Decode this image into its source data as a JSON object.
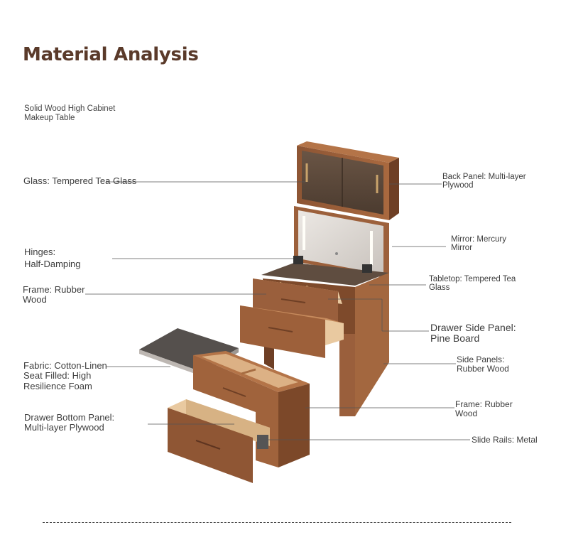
{
  "page": {
    "title": "Material Analysis",
    "subtitle": [
      "Solid Wood High Cabinet",
      "Makeup Table"
    ]
  },
  "labels": {
    "glass": "Glass: Tempered Tea Glass",
    "hinges": [
      "Hinges:",
      "Half-Damping"
    ],
    "frame_left": [
      "Frame: Rubber",
      "Wood"
    ],
    "fabric": [
      "Fabric: Cotton-Linen",
      "Seat Filled: High",
      "Resilience Foam"
    ],
    "drawer_bottom": [
      "Drawer Bottom Panel:",
      "Multi-layer Plywood"
    ],
    "back_panel": [
      "Back Panel: Multi-layer",
      "Plywood"
    ],
    "mirror": [
      "Mirror: Mercury",
      "Mirror"
    ],
    "tabletop": [
      "Tabletop: Tempered Tea",
      "Glass"
    ],
    "drawer_side": [
      "Drawer Side Panel:",
      "Pine Board"
    ],
    "side_panels": [
      "Side Panels:",
      "Rubber Wood"
    ],
    "frame_right": [
      "Frame: Rubber",
      "Wood"
    ],
    "slide_rails": "Slide Rails: Metal"
  },
  "colors": {
    "title": "#5a3a2a",
    "wood": "#9a5f3c",
    "wood_dark": "#6e3f25",
    "wood_light": "#b9774d",
    "drawer_inside": "#e9c9a0",
    "glass": "#5a4738",
    "seat": "#4e4b49"
  }
}
